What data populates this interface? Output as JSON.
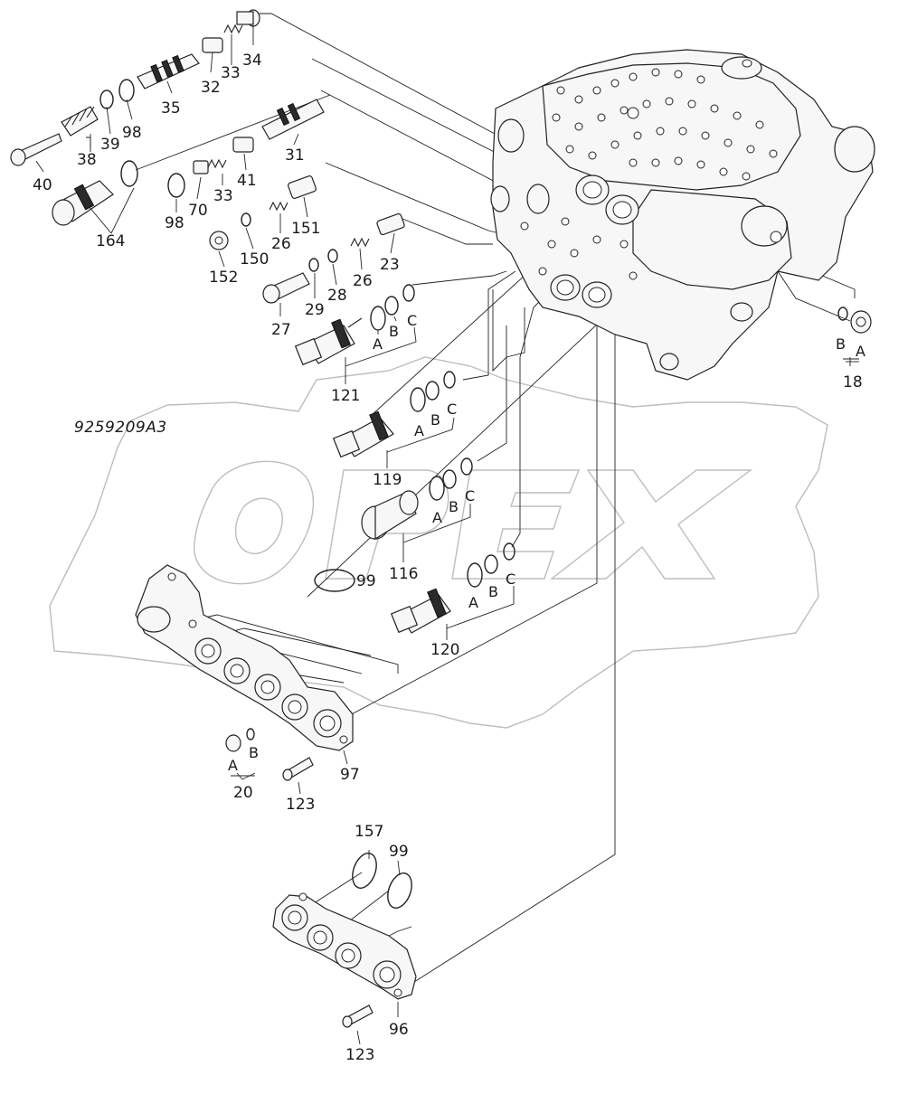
{
  "drawing_code": "9259209A3",
  "watermark_text": "OPEX",
  "top_mark": "",
  "labels": {
    "p40": "40",
    "p38": "38",
    "p39": "39",
    "p98a": "98",
    "p35": "35",
    "p32": "32",
    "p33a": "33",
    "p34": "34",
    "p164": "164",
    "p98b": "98",
    "p70": "70",
    "p33b": "33",
    "p41": "41",
    "p31": "31",
    "p152": "152",
    "p150": "150",
    "p26a": "26",
    "p151": "151",
    "p27": "27",
    "p29": "29",
    "p28": "28",
    "p26b": "26",
    "p23": "23",
    "p121": "121",
    "p121A": "A",
    "p121B": "B",
    "p121C": "C",
    "p119": "119",
    "p119A": "A",
    "p119B": "B",
    "p119C": "C",
    "p116": "116",
    "p116A": "A",
    "p116B": "B",
    "p116C": "C",
    "p120": "120",
    "p120A": "A",
    "p120B": "B",
    "p120C": "C",
    "p18": "18",
    "p18A": "A",
    "p18B": "B",
    "p99a": "99",
    "p97": "97",
    "p20": "20",
    "p20A": "A",
    "p20B": "B",
    "p123a": "123",
    "p157": "157",
    "p99b": "99",
    "p96": "96",
    "p123b": "123"
  }
}
